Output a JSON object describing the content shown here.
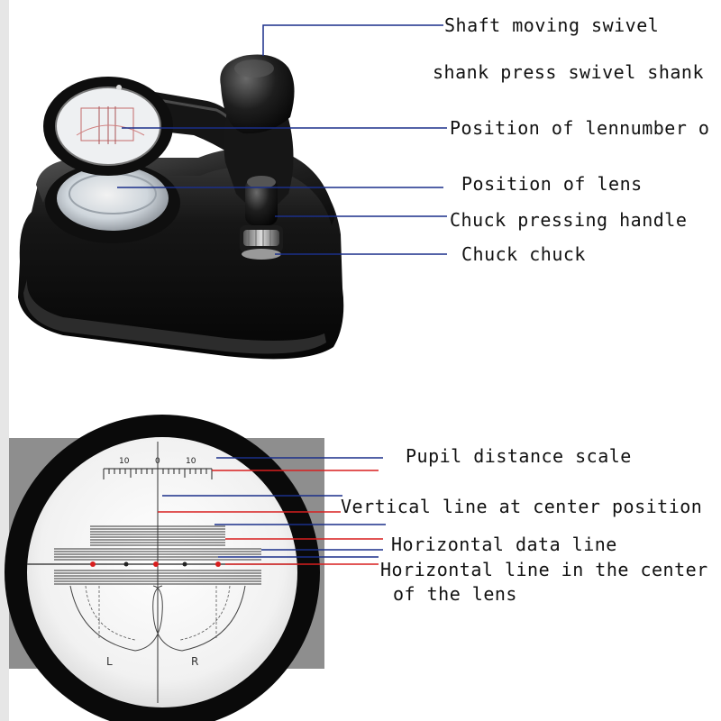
{
  "labels": {
    "shaft_swivel": "Shaft moving swivel",
    "shank_press": "shank press swivel shank",
    "lens_number": "Position of lennumber o",
    "lens_position": "Position of lens",
    "chuck_handle": "Chuck pressing handle",
    "chuck": "Chuck chuck",
    "pupil_scale": "Pupil distance scale",
    "vertical_line": "Vertical line at center position",
    "horizontal_data": "Horizontal data line",
    "horizontal_center_1": "Horizontal line in the center",
    "horizontal_center_2": "of the lens"
  },
  "scale_ticks": {
    "left": "10",
    "center": "0",
    "right": "10"
  },
  "lens_marks": {
    "left": "L",
    "right": "R"
  },
  "colors": {
    "leader_blue": "#1a2f8a",
    "leader_red": "#d81e1e",
    "device_black": "#121212",
    "device_highlight": "#3a3a3a"
  }
}
